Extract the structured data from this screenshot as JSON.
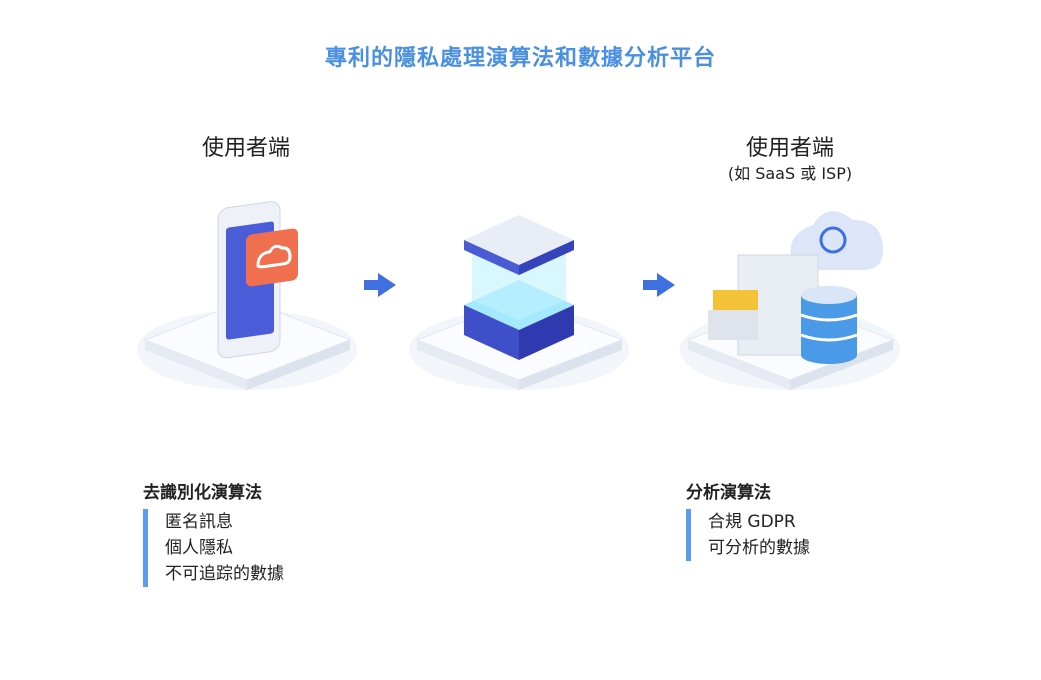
{
  "title": "專利的隱私處理演算法和數據分析平台",
  "left_client": {
    "label": "使用者端"
  },
  "right_client": {
    "label": "使用者端",
    "sublabel": "(如 SaaS 或 ISP)"
  },
  "left_section": {
    "heading": "去識別化演算法",
    "items": [
      "匿名訊息",
      "個人隱私",
      "不可追踪的數據"
    ]
  },
  "right_section": {
    "heading": "分析演算法",
    "items": [
      "合規 GDPR",
      "可分析的數據"
    ]
  },
  "colors": {
    "accent": "#4a90e2",
    "bar": "#5b9cf0",
    "arrow": "#3f6fe0"
  }
}
